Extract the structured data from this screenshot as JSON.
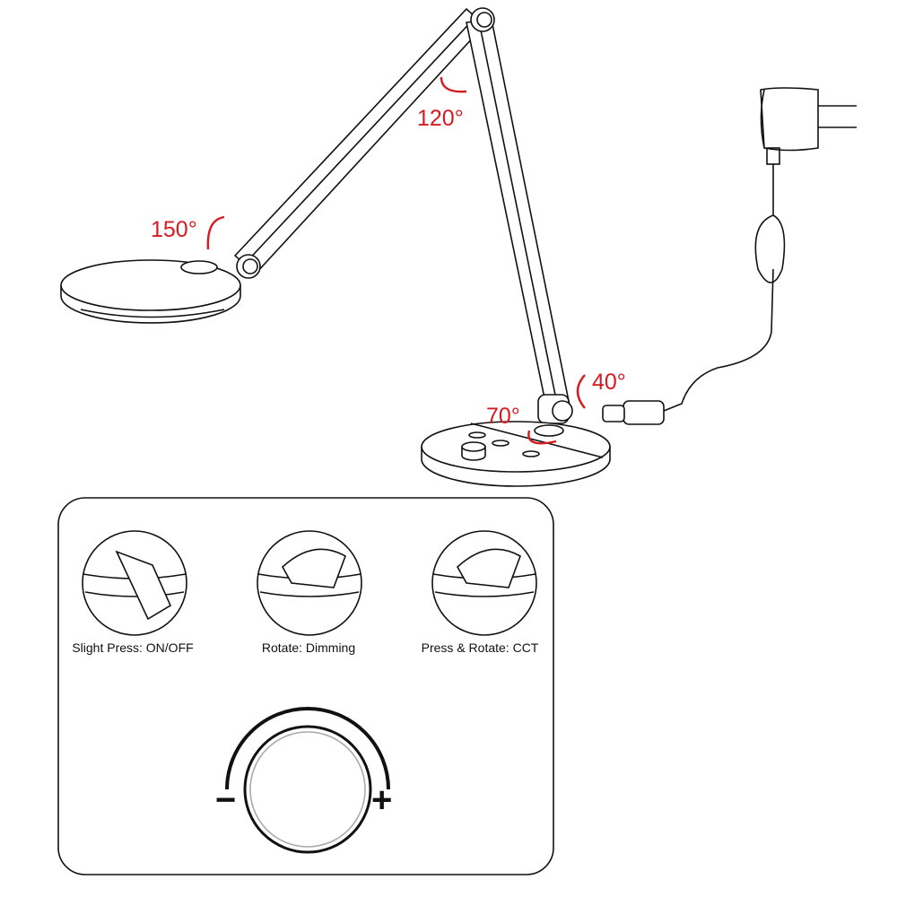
{
  "angles": {
    "head": "150°",
    "elbow": "120°",
    "base_tilt": "40°",
    "base_rotate": "70°"
  },
  "controls": [
    {
      "label": "Slight Press: ON/OFF"
    },
    {
      "label": "Rotate: Dimming"
    },
    {
      "label": "Press & Rotate: CCT"
    }
  ],
  "dial": {
    "minus": "−",
    "plus": "+"
  },
  "colors": {
    "accent": "#d71920",
    "line": "#111111"
  }
}
